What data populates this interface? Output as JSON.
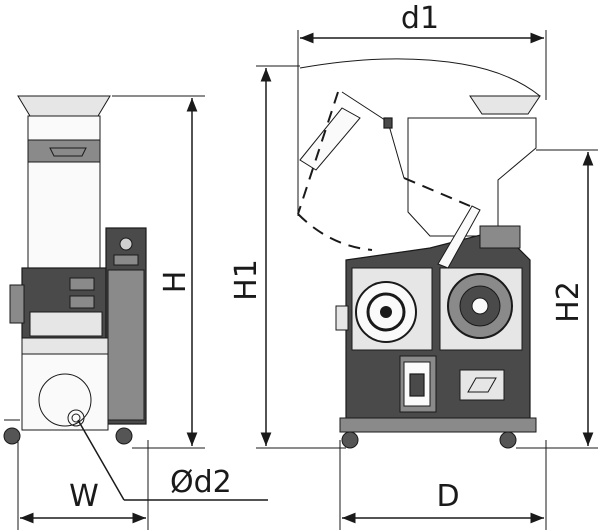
{
  "labels": {
    "d1": "d1",
    "H": "H",
    "H1": "H1",
    "H2": "H2",
    "W": "W",
    "D": "D",
    "d2": "Ød2"
  },
  "colors": {
    "body_dark": "#4a4a4a",
    "body_mid": "#8a8a8a",
    "body_light": "#e6e6e6",
    "line": "#1a1a1a"
  }
}
